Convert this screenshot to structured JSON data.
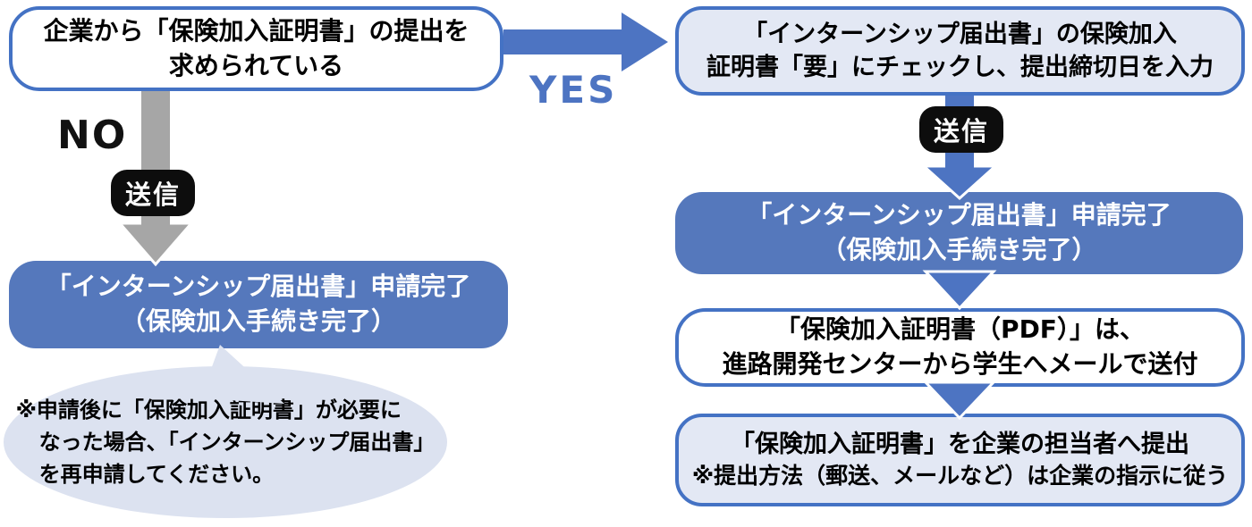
{
  "palette": {
    "border": "#4472C4",
    "arrow": "#4D74C2",
    "fill": "#5578BC",
    "light": "#E3E8F4",
    "bubble": "#DCE2F0",
    "gray": "#A6A6A6",
    "pill": "#0D0D0D"
  },
  "labels": {
    "yes": "YES",
    "no": "NO",
    "send_left": "送信",
    "send_right": "送信"
  },
  "boxes": {
    "start": {
      "lines": [
        "企業から「保険加入証明書」の提出を",
        "求められている"
      ]
    },
    "check": {
      "lines": [
        "「インターンシップ届出書」の保険加入",
        "証明書「要」にチェックし、提出締切日を入力"
      ]
    },
    "done_left": {
      "lines": [
        "「インターンシップ届出書」申請完了",
        "（保険加入手続き完了）"
      ]
    },
    "done_right": {
      "lines": [
        "「インターンシップ届出書」申請完了",
        "（保険加入手続き完了）"
      ]
    },
    "pdf": {
      "lines": [
        "「保険加入証明書（PDF）」は、",
        "進路開発センターから学生へメールで送付"
      ]
    },
    "submit": {
      "lines": [
        "「保険加入証明書」を企業の担当者へ提出",
        "※提出方法（郵送、メールなど）は企業の指示に従う"
      ]
    },
    "note": {
      "lines": [
        "※申請後に「保険加入証明書」が必要に",
        "なった場合、「インターンシップ届出書」",
        "を再申請してください。"
      ]
    }
  }
}
